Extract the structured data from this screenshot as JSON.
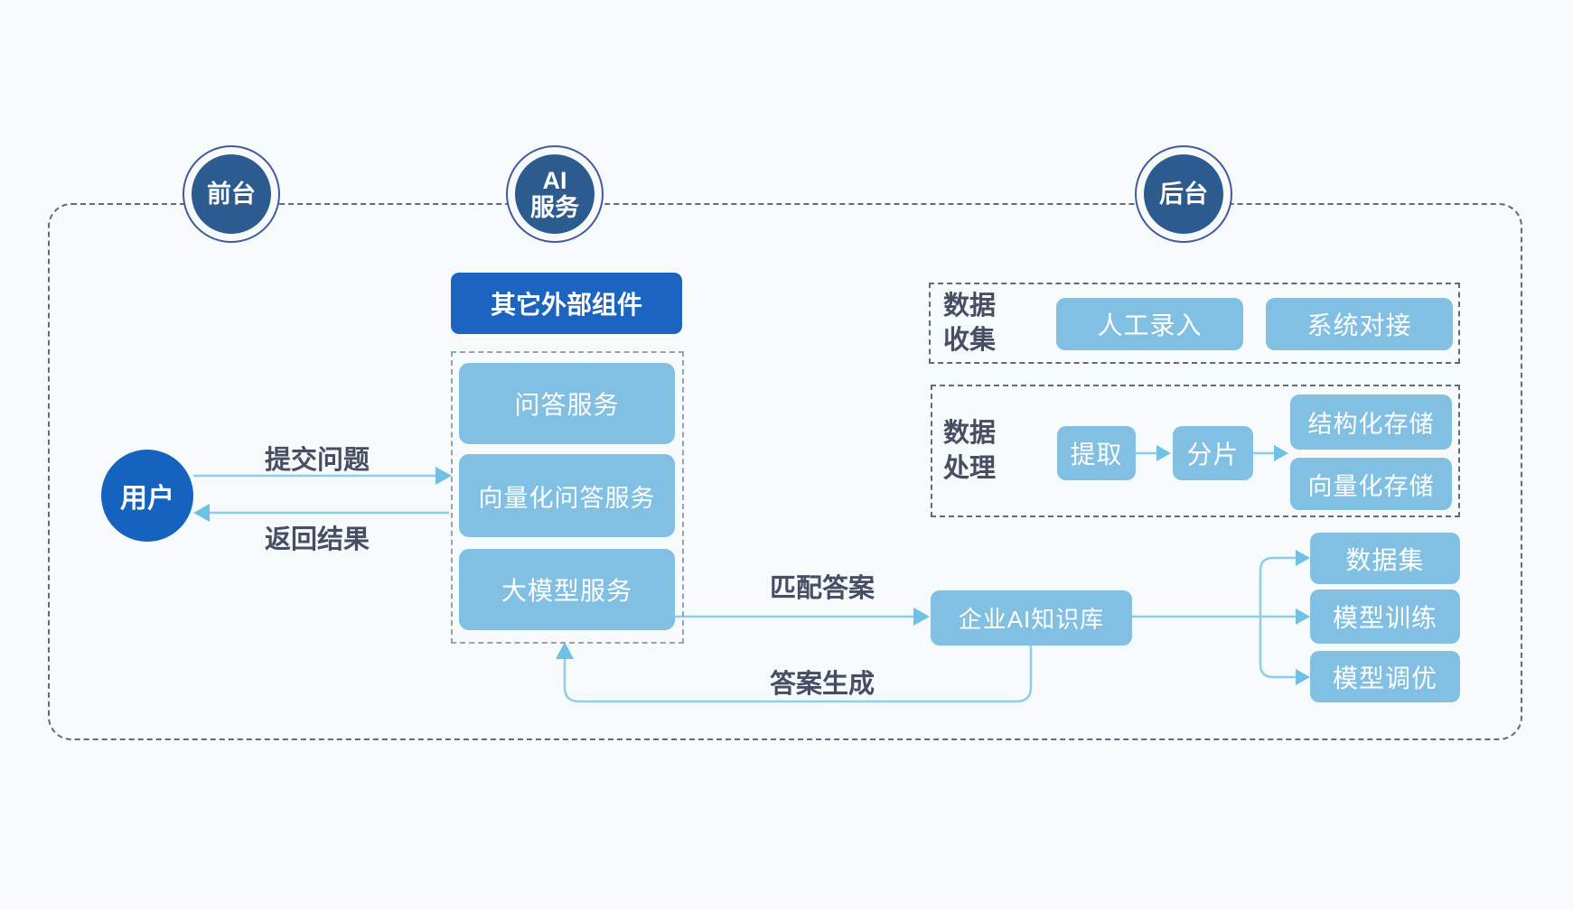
{
  "lanes": {
    "front": "前台",
    "ai_line1": "AI",
    "ai_line2": "服务",
    "back": "后台"
  },
  "user": {
    "label": "用户"
  },
  "external": {
    "label": "其它外部组件"
  },
  "ai_services": {
    "items": [
      "问答服务",
      "向量化问答服务",
      "大模型服务"
    ]
  },
  "flows": {
    "submit": "提交问题",
    "return": "返回结果",
    "match": "匹配答案",
    "generate": "答案生成"
  },
  "knowledge_base": {
    "label": "企业AI知识库"
  },
  "data_collection": {
    "title_line1": "数据",
    "title_line2": "收集",
    "items": [
      "人工录入",
      "系统对接"
    ]
  },
  "data_processing": {
    "title_line1": "数据",
    "title_line2": "处理",
    "extract": "提取",
    "shard": "分片",
    "storage": [
      "结构化存储",
      "向量化存储"
    ]
  },
  "training": {
    "items": [
      "数据集",
      "模型训练",
      "模型调优"
    ]
  },
  "colors": {
    "background": "#f7fafa",
    "lane_circle": "#2c5b8f",
    "lane_ring_outline": "#44589e",
    "user_circle": "#1563be",
    "external_box": "#1b64bf",
    "node_blue": "#81bfe3",
    "arrow_blue": "#8fcdec",
    "arrow_head": "#6fc2e6",
    "dashed_border": "#616a7d",
    "inner_dashed_border": "#9aa2b1",
    "label_text": "#474e63"
  }
}
